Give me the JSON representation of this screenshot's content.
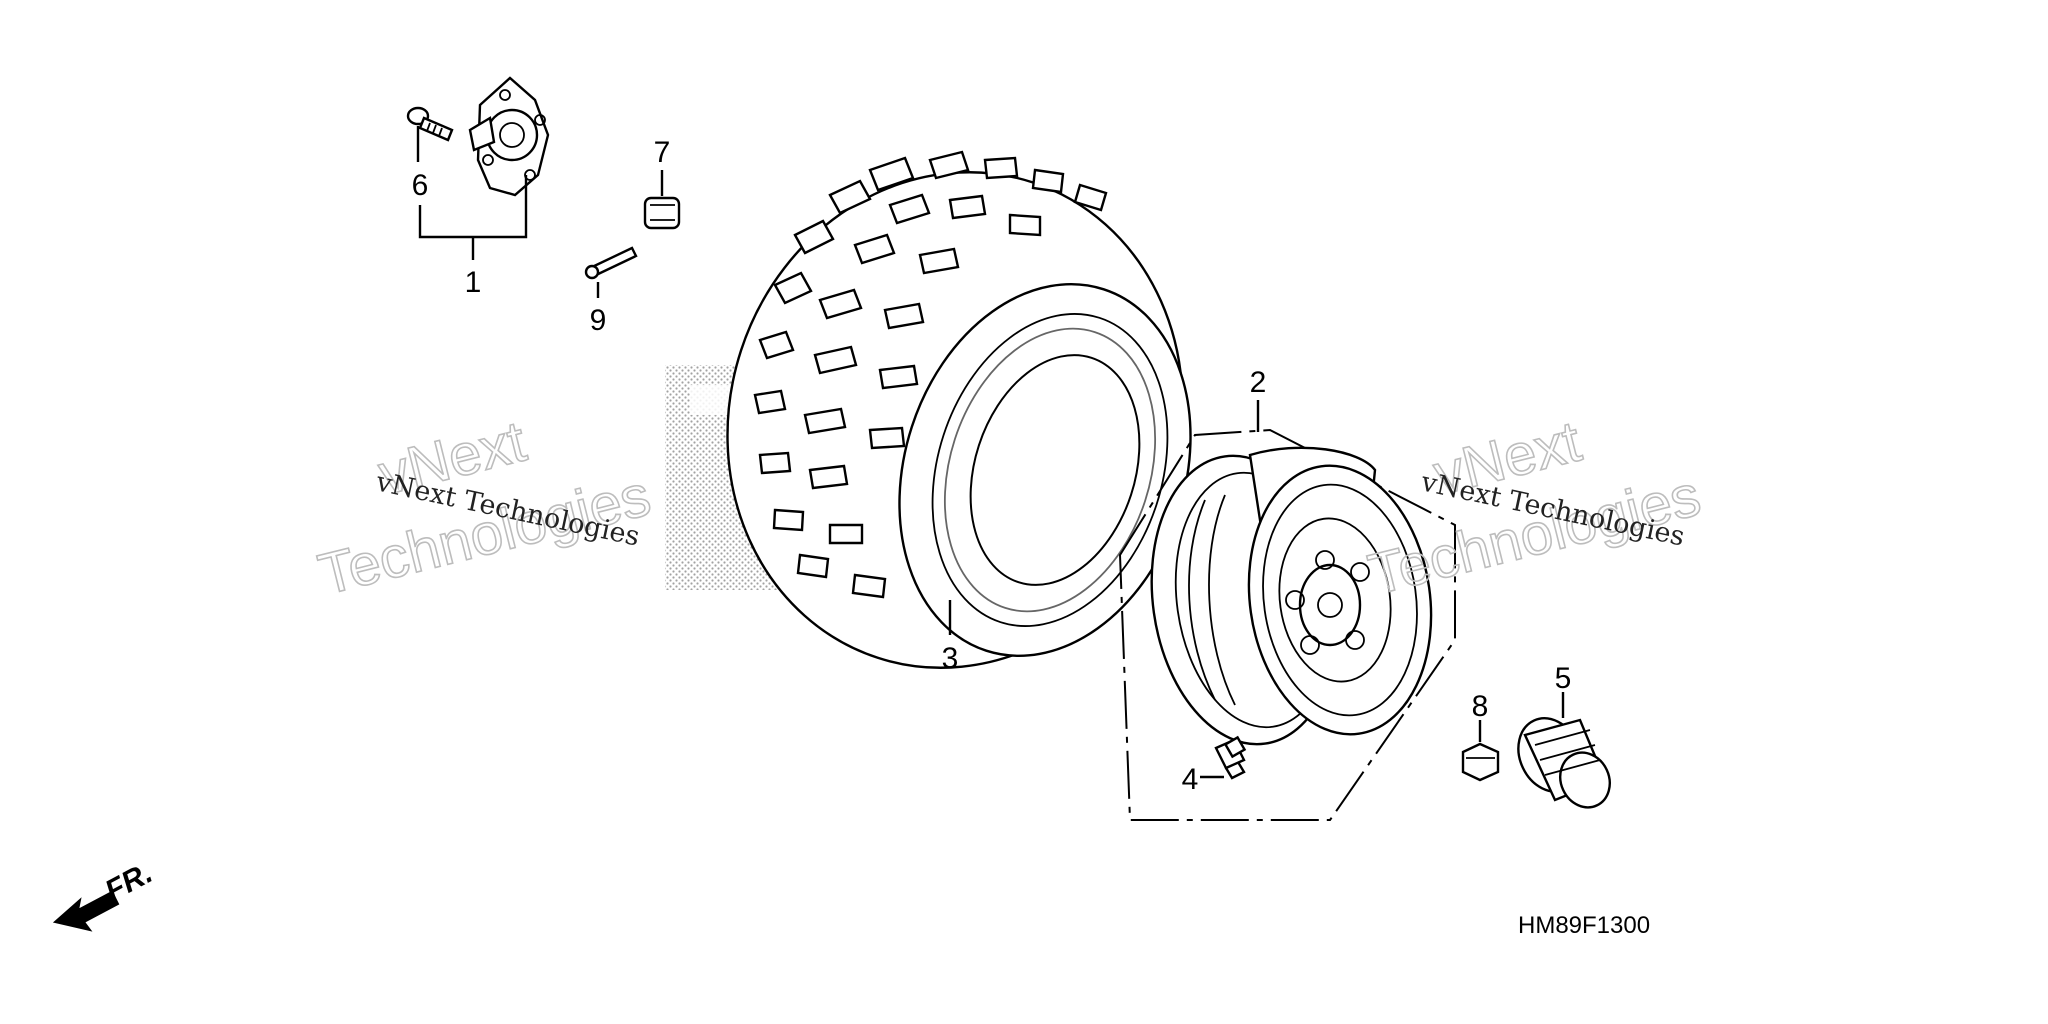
{
  "diagram": {
    "code": "HM89F1300",
    "direction_label": "FR.",
    "watermark": {
      "brand": "vNext",
      "company": "vNext Technologies",
      "word": "Technologies"
    },
    "callouts": [
      {
        "id": "1",
        "label": "1"
      },
      {
        "id": "2",
        "label": "2"
      },
      {
        "id": "3",
        "label": "3"
      },
      {
        "id": "4",
        "label": "4"
      },
      {
        "id": "5",
        "label": "5"
      },
      {
        "id": "6",
        "label": "6"
      },
      {
        "id": "7",
        "label": "7"
      },
      {
        "id": "8",
        "label": "8"
      },
      {
        "id": "9",
        "label": "9"
      }
    ]
  }
}
